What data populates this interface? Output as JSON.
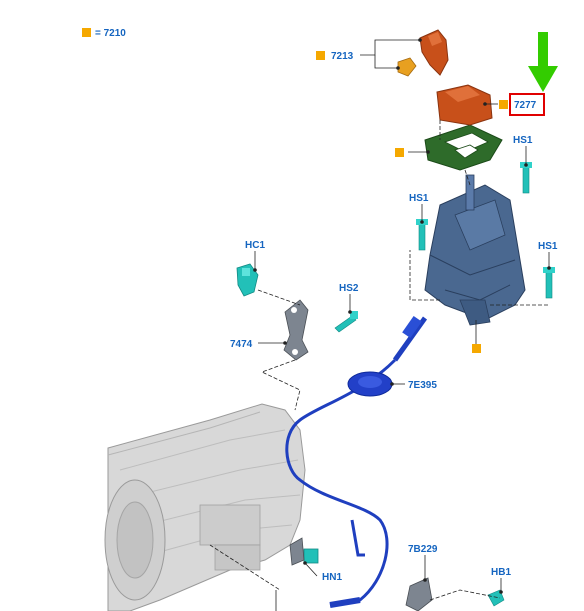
{
  "legend": {
    "text": "= 7210",
    "color": "#f5a800"
  },
  "callouts": {
    "c7213": "7213",
    "c7277": "7277",
    "hs1_top": "HS1",
    "hs1_left": "HS1",
    "hs1_right": "HS1",
    "hc1": "HC1",
    "hs2": "HS2",
    "c7474": "7474",
    "c7e395": "7E395",
    "c7b229": "7B229",
    "hn1": "HN1",
    "hb1": "HB1"
  },
  "highlight": {
    "target": "7277",
    "box_color": "#e00000",
    "arrow_color": "#33cc00"
  },
  "colors": {
    "knob": "#c8501a",
    "boot": "#c8501a",
    "bezel": "#2e6b2a",
    "shifter": "#3e5b82",
    "cable": "#1f3fbf",
    "fastener": "#22c0b8",
    "transmission": "#c9c9c9",
    "marker": "#f5a800"
  }
}
